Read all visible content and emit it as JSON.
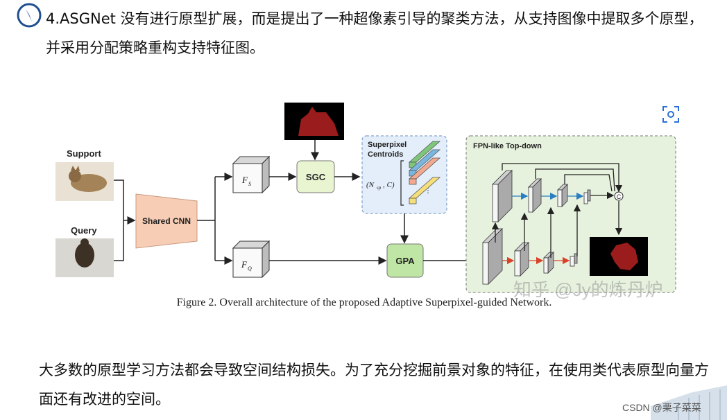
{
  "paragraphs": {
    "intro": "4.ASGNet 没有进行原型扩展，而是提出了一种超像素引导的聚类方法，从支持图像中提取多个原型，并采用分配策略重构支持特征图。",
    "outro": "大多数的原型学习方法都会导致空间结构损失。为了充分挖掘前景对象的特征，在使用类代表原型向量方面还有改进的空间。"
  },
  "figure": {
    "support_label": "Support",
    "query_label": "Query",
    "shared_cnn_label": "Shared CNN",
    "fs_label": "F",
    "fs_sub": "S",
    "fq_label": "F",
    "fq_sub": "Q",
    "sgc_label": "SGC",
    "gpa_label": "GPA",
    "centroids_title_1": "Superpixel",
    "centroids_title_2": "Centroids",
    "centroids_formula": "(N",
    "centroids_formula_sub": "sp",
    "centroids_formula_end": ", C)",
    "fpn_title": "FPN-like Top-down",
    "concat_symbol": "C",
    "caption": "Figure 2. Overall architecture of the proposed Adaptive Superpixel-guided Network.",
    "colors": {
      "mask_fg": "#9b1c1c",
      "cnn_fill": "#f7cdb5",
      "sgc_fill": "#e8f5d0",
      "gpa_fill": "#bfe6a4",
      "centroid_bg": "#e3eefa",
      "fpn_bg": "#e7f2de"
    }
  },
  "watermarks": {
    "zhihu": "知乎 @Jy的炼丹炉",
    "csdn": "CSDN @栗子菜菜"
  },
  "icons": {
    "logo": "compass-logo-icon",
    "scan": "scan-icon"
  }
}
